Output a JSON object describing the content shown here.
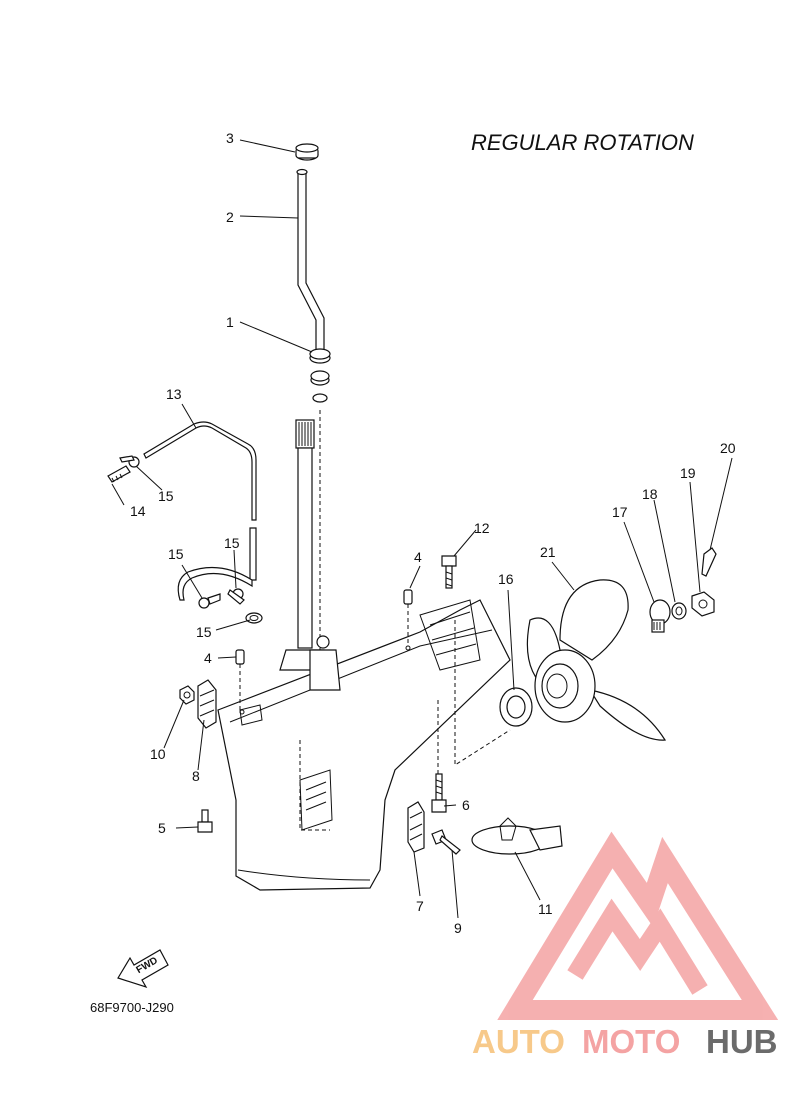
{
  "title": "REGULAR ROTATION",
  "drawing_code": "68F9700-J290",
  "fwd_label": "FWD",
  "watermark": {
    "text_a": "AUTO",
    "text_b": "MOTO",
    "text_c": "HUB",
    "color_a": "#f7c98a",
    "color_b": "#f4a3a3",
    "color_c": "#6b6b6b"
  },
  "callouts": {
    "c1": "1",
    "c2": "2",
    "c3": "3",
    "c4a": "4",
    "c4b": "4",
    "c5": "5",
    "c6": "6",
    "c7": "7",
    "c8": "8",
    "c9": "9",
    "c10": "10",
    "c11": "11",
    "c12": "12",
    "c13": "13",
    "c14": "14",
    "c15a": "15",
    "c15b": "15",
    "c15c": "15",
    "c15d": "15",
    "c16": "16",
    "c17": "17",
    "c18": "18",
    "c19": "19",
    "c20": "20",
    "c21": "21"
  }
}
